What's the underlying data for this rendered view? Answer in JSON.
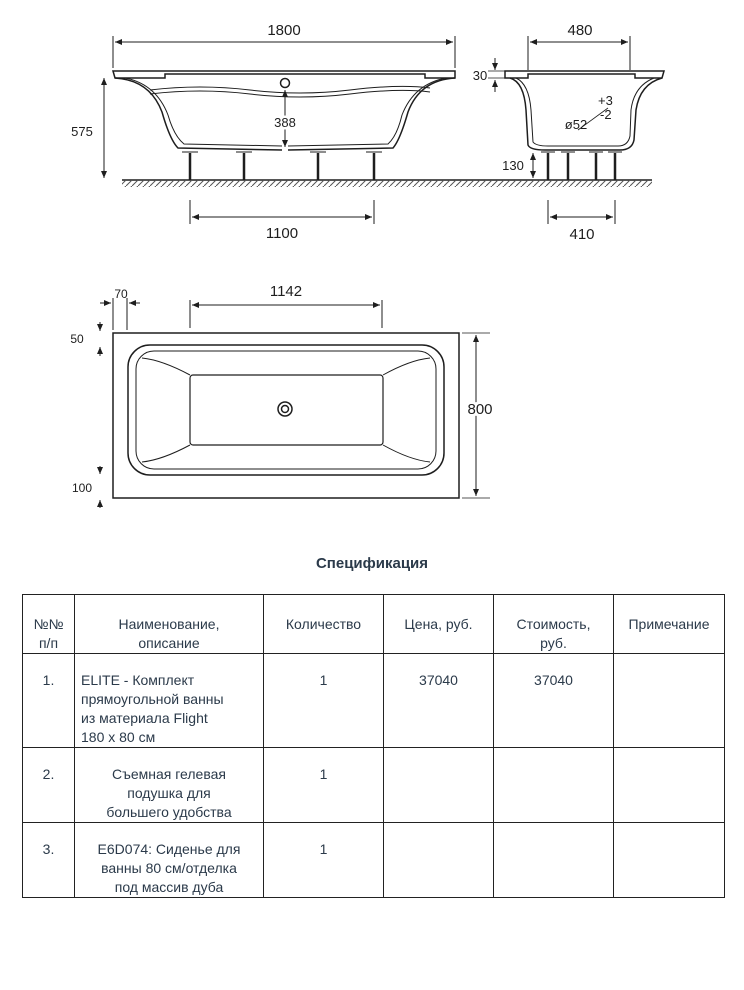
{
  "drawing": {
    "side_view": {
      "length": "1800",
      "height": "575",
      "inner_depth": "388",
      "legs_span": "1100"
    },
    "end_view": {
      "width": "480",
      "rim": "30",
      "tolerance_plus": "+3",
      "tolerance_minus": "-2",
      "drain": "ø52",
      "leg_height": "130",
      "legs_span": "410"
    },
    "top_view": {
      "offset_top": "70",
      "inner_length": "1142",
      "margin_top": "50",
      "overall_width": "800",
      "margin_bottom": "100"
    }
  },
  "spec": {
    "title": "Спецификация",
    "columns": [
      [
        "№№",
        "п/п"
      ],
      [
        "Наименование,",
        "описание"
      ],
      [
        "Количество"
      ],
      [
        "Цена, руб."
      ],
      [
        "Стоимость,",
        "руб."
      ],
      [
        "Примечание"
      ]
    ],
    "rows": [
      {
        "num": "1.",
        "name": [
          "ELITE - Комплект",
          "прямоугольной ванны",
          "из материала Flight",
          "180 x 80 см"
        ],
        "qty": "1",
        "price": "37040",
        "cost": "37040",
        "note": ""
      },
      {
        "num": "2.",
        "name": [
          "Съемная гелевая",
          "подушка для",
          "большего удобства"
        ],
        "qty": "1",
        "price": "",
        "cost": "",
        "note": ""
      },
      {
        "num": "3.",
        "name": [
          "E6D074: Сиденье для",
          "ванны 80 см/отделка",
          "под массив дуба"
        ],
        "qty": "1",
        "price": "",
        "cost": "",
        "note": ""
      }
    ]
  }
}
